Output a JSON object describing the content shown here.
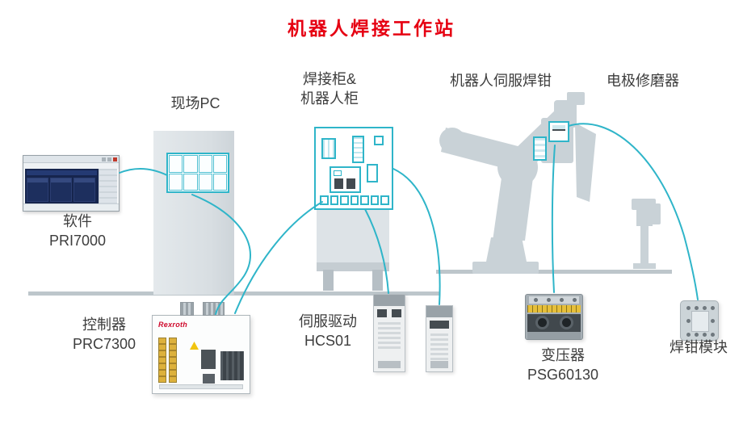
{
  "title": "机器人焊接工作站",
  "components": {
    "software": {
      "name": "软件",
      "model": "PRI7000"
    },
    "field_pc": {
      "name": "现场PC"
    },
    "welding_cabinet": {
      "line1": "焊接柜&",
      "line2": "机器人柜"
    },
    "servo_gun": {
      "name": "机器人伺服焊钳"
    },
    "electrode_dresser": {
      "name": "电极修磨器"
    },
    "controller": {
      "name": "控制器",
      "model": "PRC7300",
      "brand": "Rexroth"
    },
    "servo_drive": {
      "name": "伺服驱动",
      "model": "HCS01"
    },
    "transformer": {
      "name": "变压器",
      "model": "PSG60130"
    },
    "gun_module": {
      "name": "焊钳模块"
    }
  },
  "colors": {
    "title_red": "#e60012",
    "connector_teal": "#2fb5c9",
    "silhouette_gray": "#c9d2d7"
  }
}
